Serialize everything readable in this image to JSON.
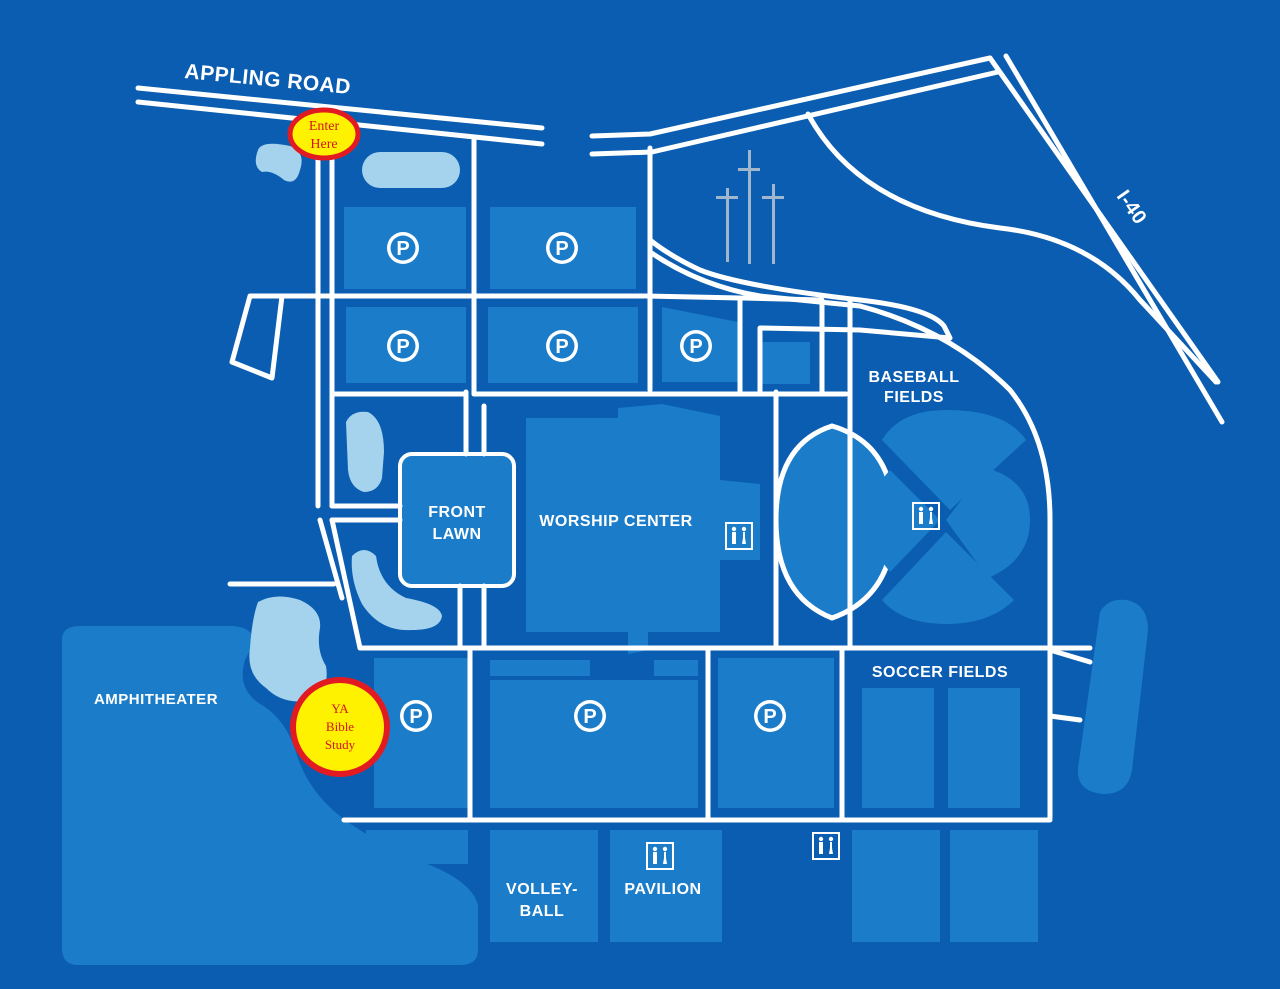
{
  "colors": {
    "background": "#0a5db0",
    "area": "#1b7dca",
    "building": "#1473c2",
    "water": "#a5d3ee",
    "road": "#ffffff",
    "marker_fill": "#fff200",
    "marker_ring": "#e21b23",
    "marker_text": "#d4161c"
  },
  "roads": {
    "appling": "APPLING ROAD",
    "interstate": "I-40"
  },
  "areas": {
    "front_lawn_1": "FRONT",
    "front_lawn_2": "LAWN",
    "worship_center": "WORSHIP CENTER",
    "baseball_1": "BASEBALL",
    "baseball_2": "FIELDS",
    "soccer": "SOCCER FIELDS",
    "amphitheater": "AMPHITHEATER",
    "volleyball_1": "VOLLEY-",
    "volleyball_2": "BALL",
    "pavilion": "PAVILION"
  },
  "parking_symbol": "P",
  "markers": {
    "enter": {
      "line1": "Enter",
      "line2": "Here"
    },
    "bible_study": {
      "line1": "YA",
      "line2": "Bible",
      "line3": "Study"
    }
  },
  "icons": [
    "parking-icon",
    "restroom-icon",
    "cross-icon"
  ]
}
